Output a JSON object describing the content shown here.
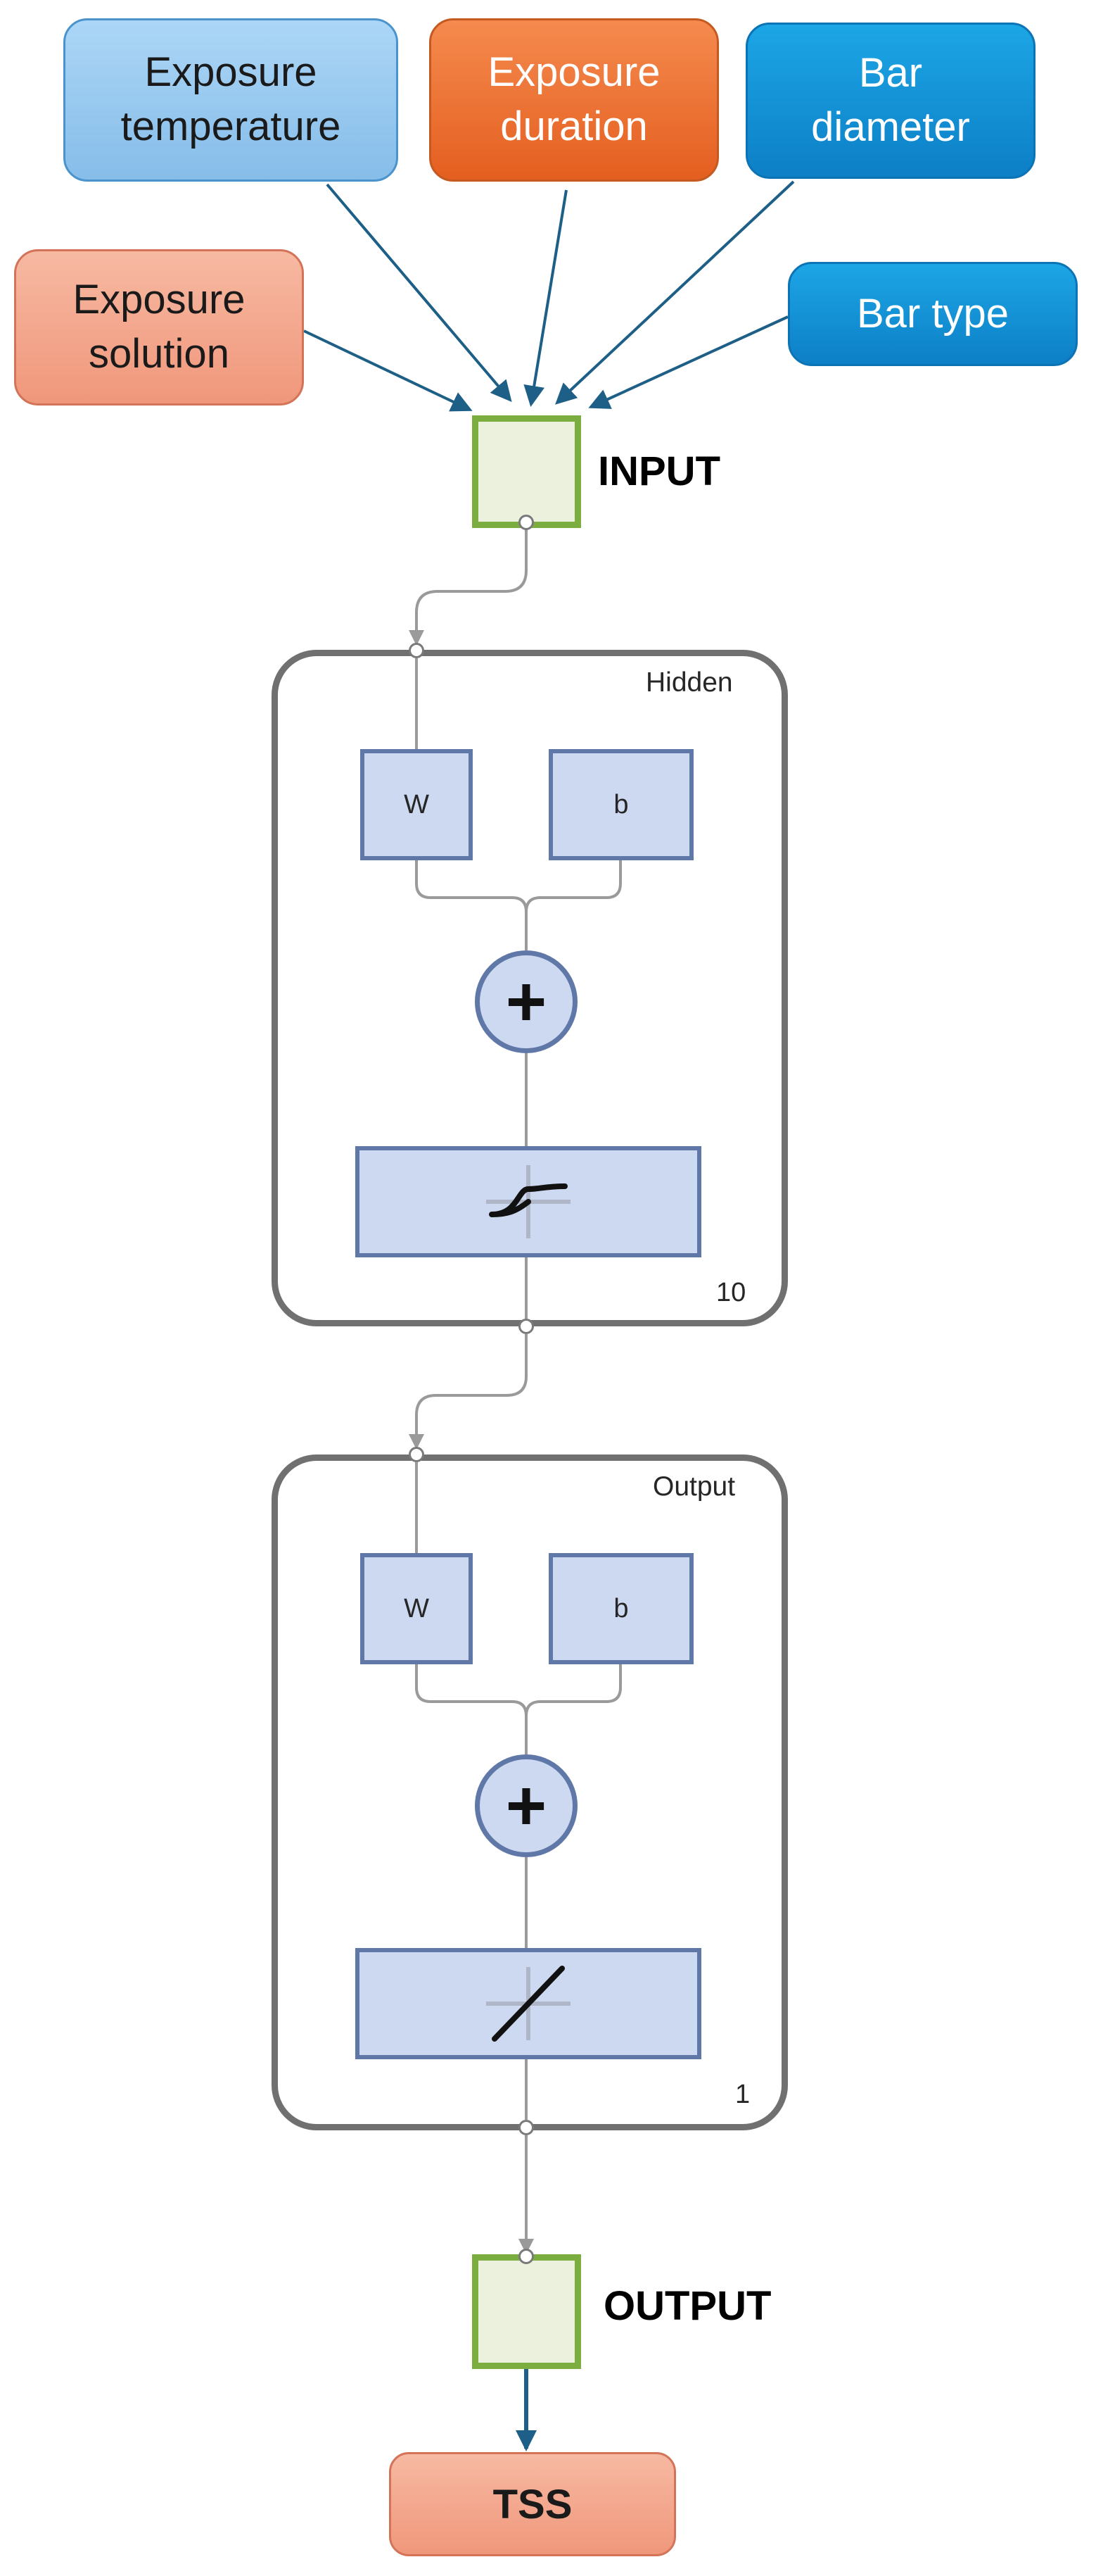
{
  "inputs": {
    "exposure_temperature": "Exposure\ntemperature",
    "exposure_duration": "Exposure\nduration",
    "bar_diameter": "Bar\ndiameter",
    "exposure_solution": "Exposure\nsolution",
    "bar_type": "Bar type"
  },
  "input_label": "INPUT",
  "hidden_layer": {
    "name": "Hidden",
    "weight": "W",
    "bias": "b",
    "sum_symbol": "+",
    "transfer": "tansig",
    "size": "10"
  },
  "output_layer": {
    "name": "Output",
    "weight": "W",
    "bias": "b",
    "sum_symbol": "+",
    "transfer": "purelin",
    "size": "1"
  },
  "output_label": "OUTPUT",
  "target": "TSS",
  "colors": {
    "arrow": "#1d5f86",
    "connector": "#9a9a9a",
    "io_border": "#7cae3f",
    "block_fill": "#cdd9f1",
    "block_border": "#5f78a8"
  }
}
